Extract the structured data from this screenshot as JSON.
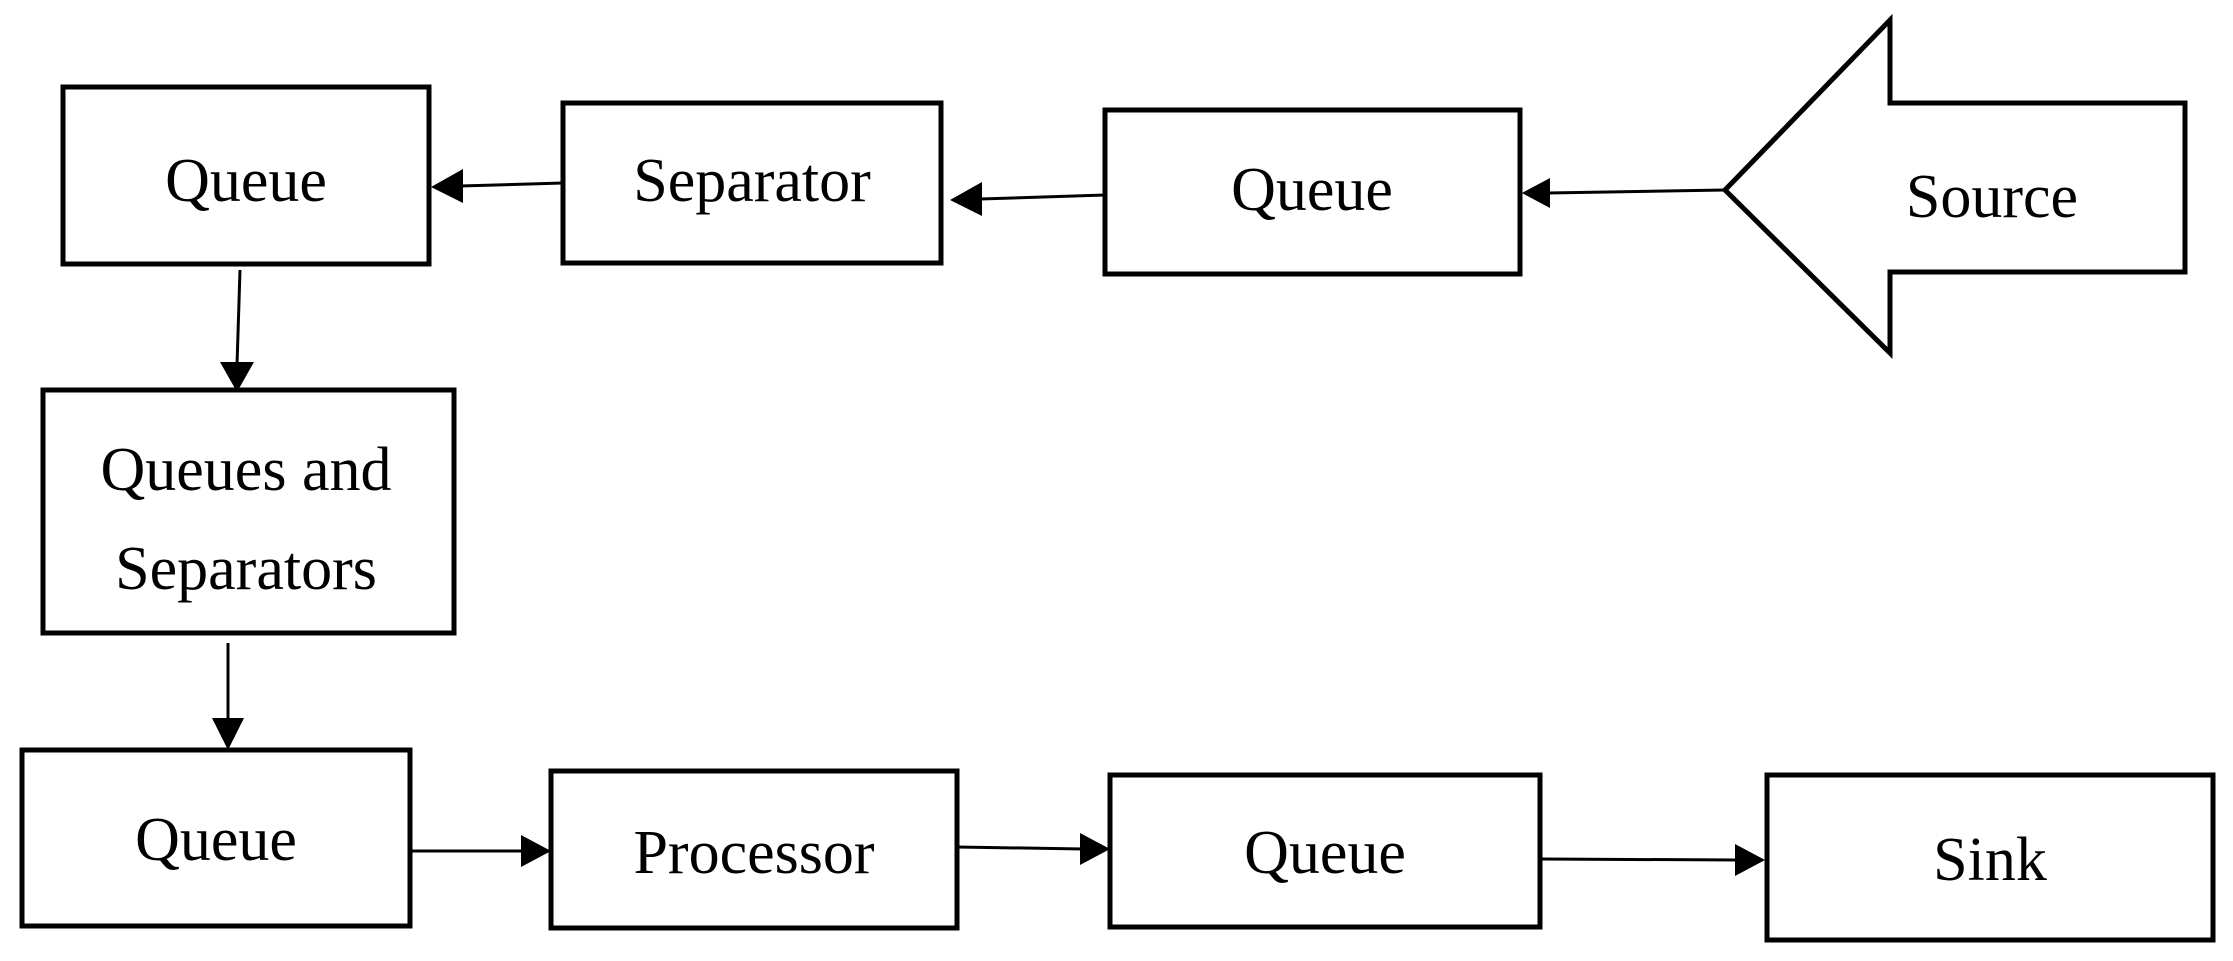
{
  "nodes": {
    "source": "Source",
    "queue_1": "Queue",
    "separator": "Separator",
    "queue_2": "Queue",
    "queues_and_separators_line1": "Queues and",
    "queues_and_separators_line2": "Separators",
    "queue_3": "Queue",
    "processor": "Processor",
    "queue_4": "Queue",
    "sink": "Sink"
  },
  "edges": [
    {
      "from": "Source",
      "to": "Queue"
    },
    {
      "from": "Queue",
      "to": "Separator"
    },
    {
      "from": "Separator",
      "to": "Queue"
    },
    {
      "from": "Queue",
      "to": "Queues and Separators"
    },
    {
      "from": "Queues and Separators",
      "to": "Queue"
    },
    {
      "from": "Queue",
      "to": "Processor"
    },
    {
      "from": "Processor",
      "to": "Queue"
    },
    {
      "from": "Queue",
      "to": "Sink"
    }
  ]
}
